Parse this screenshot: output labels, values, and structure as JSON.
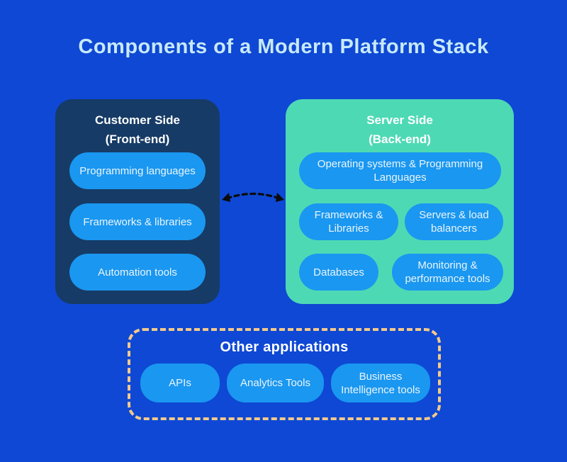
{
  "title": "Components of a Modern Platform Stack",
  "colors": {
    "background": "#0E48D4",
    "front_end_box": "#163B66",
    "back_end_box": "#4ED9B5",
    "pill": "#1A97F0",
    "dashed_border": "#F3C98B",
    "title_text": "#C7E9FA",
    "arrow": "#0B0B0B"
  },
  "front_end": {
    "title_line1": "Customer Side",
    "title_line2": "(Front-end)",
    "items": [
      "Programming languages",
      "Frameworks & libraries",
      "Automation tools"
    ]
  },
  "back_end": {
    "title_line1": "Server Side",
    "title_line2": "(Back-end)",
    "items": [
      "Operating systems & Programming Languages",
      "Frameworks & Libraries",
      "Servers & load balancers",
      "Databases",
      "Monitoring & performance tools"
    ]
  },
  "other_applications": {
    "title": "Other applications",
    "items": [
      "APIs",
      "Analytics Tools",
      "Business Intelligence tools"
    ]
  }
}
